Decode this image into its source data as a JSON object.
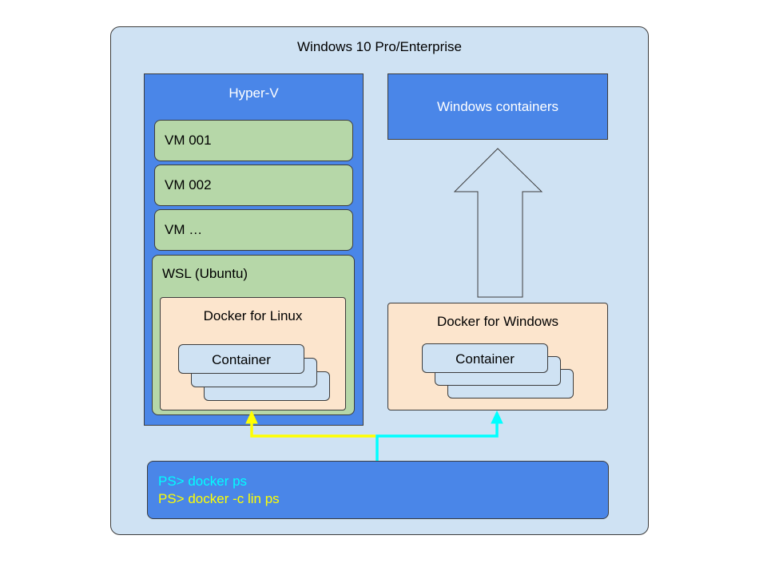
{
  "host": {
    "title": "Windows 10 Pro/Enterprise"
  },
  "hyperv": {
    "title": "Hyper-V",
    "vms": [
      "VM 001",
      "VM 002",
      "VM …"
    ],
    "wsl": {
      "title": "WSL (Ubuntu)",
      "engine": {
        "title": "Docker for Linux",
        "container_label": "Container"
      }
    }
  },
  "windows_containers": {
    "label": "Windows containers"
  },
  "docker_windows": {
    "title": "Docker for Windows",
    "container_label": "Container"
  },
  "terminal": {
    "line1": "PS> docker ps",
    "line2": "PS> docker -c lin ps",
    "line1_color": "#00ffff",
    "line2_color": "#ffff00"
  },
  "colors": {
    "host_bg": "#cfe2f3",
    "hyperv_bg": "#4a86e8",
    "vm_bg": "#b6d7a8",
    "engine_bg": "#fce5cd",
    "container_bg": "#cfe2f3",
    "cyan_connector": "#00ffff",
    "yellow_connector": "#ffff00"
  }
}
